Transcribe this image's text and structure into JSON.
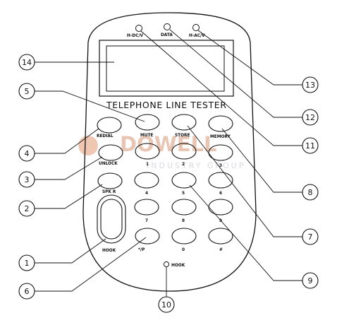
{
  "device": {
    "title": "TELEPHONE LINE TESTER",
    "indicators": [
      "H-DC/V",
      "DATA",
      "H-AC/V"
    ],
    "function_keys": [
      "REDIAL",
      "MUTE",
      "STORE",
      "MEMORY",
      "UNLOCK",
      "SPK R"
    ],
    "digit_labels": [
      "1",
      "2",
      "3",
      "4",
      "5",
      "6",
      "7",
      "8",
      "9",
      "*/P",
      "0",
      "#"
    ],
    "side_button": "HOOK",
    "bottom_indicator": "HOOK"
  },
  "callouts": [
    "1",
    "2",
    "3",
    "4",
    "5",
    "6",
    "7",
    "8",
    "9",
    "10",
    "11",
    "12",
    "13",
    "14"
  ],
  "watermark": {
    "brand": "DOWELL",
    "sub": "INDUSTRY GROUP"
  }
}
